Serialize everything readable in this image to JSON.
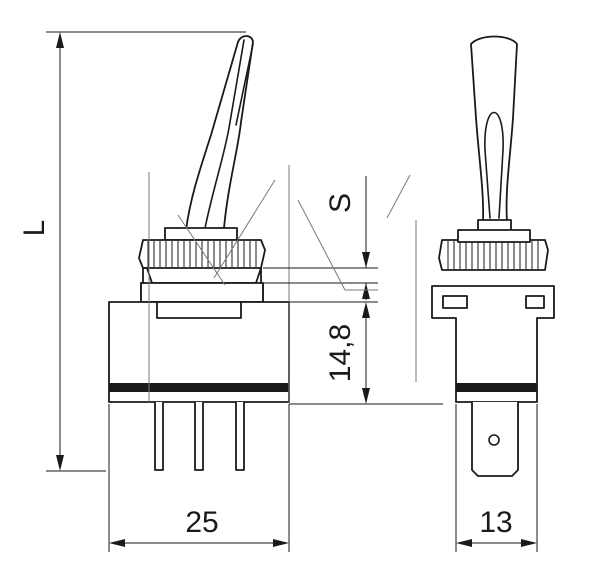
{
  "dimensions": {
    "overall_length": "L",
    "stroke": "S",
    "body_height": "14,8",
    "body_width": "25",
    "side_width": "13"
  },
  "colors": {
    "line": "#1a1a1a",
    "aux": "#7a7a7a",
    "background": "#ffffff"
  }
}
